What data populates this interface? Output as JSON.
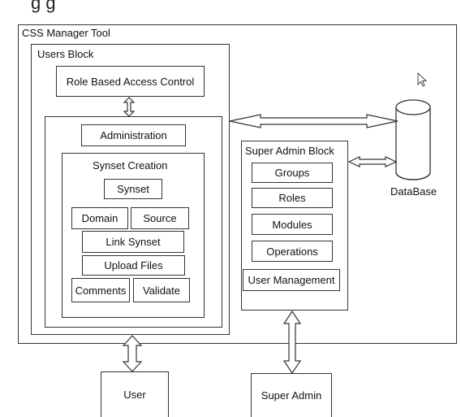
{
  "header_fragment": "g                             g",
  "outer": {
    "title": "CSS Manager Tool"
  },
  "users_block": {
    "title": "Users Block",
    "rbac": "Role Based Access  Control",
    "administration": "Administration",
    "synset_creation": {
      "title": "Synset Creation",
      "synset": "Synset",
      "domain": "Domain",
      "source": "Source",
      "link_synset": "Link Synset",
      "upload_files": "Upload Files",
      "comments": "Comments",
      "validate": "Validate"
    }
  },
  "super_admin_block": {
    "title": "Super Admin Block",
    "groups": "Groups",
    "roles": "Roles",
    "modules": "Modules",
    "operations": "Operations",
    "user_management": "User Management"
  },
  "database": {
    "label": "DataBase"
  },
  "user": {
    "label": "User"
  },
  "super_admin": {
    "label": "Super Admin"
  },
  "cursor": {
    "icon": "mouse-pointer-icon"
  },
  "colors": {
    "line": "#333333",
    "background": "#ffffff",
    "text": "#111111"
  }
}
